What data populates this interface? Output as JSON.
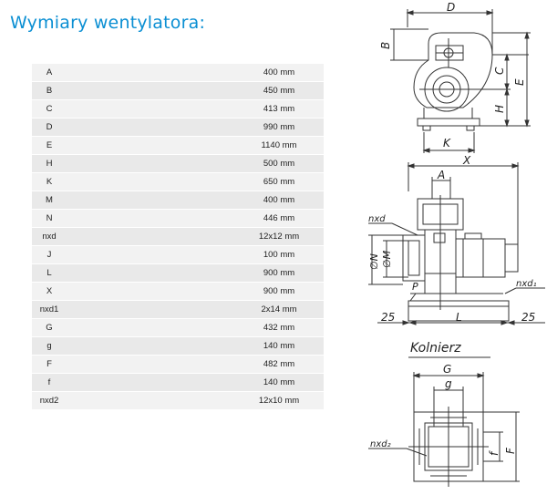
{
  "title": "Wymiary wentylatora:",
  "dimensions": [
    {
      "symbol": "A",
      "value": "400 mm"
    },
    {
      "symbol": "B",
      "value": "450 mm"
    },
    {
      "symbol": "C",
      "value": "413 mm"
    },
    {
      "symbol": "D",
      "value": "990 mm"
    },
    {
      "symbol": "E",
      "value": "1140 mm"
    },
    {
      "symbol": "H",
      "value": "500 mm"
    },
    {
      "symbol": "K",
      "value": "650 mm"
    },
    {
      "symbol": "M",
      "value": "400 mm"
    },
    {
      "symbol": "N",
      "value": "446 mm"
    },
    {
      "symbol": "nxd",
      "value": "12x12 mm"
    },
    {
      "symbol": "J",
      "value": "100 mm"
    },
    {
      "symbol": "L",
      "value": "900 mm"
    },
    {
      "symbol": "X",
      "value": "900 mm"
    },
    {
      "symbol": "nxd1",
      "value": "2x14 mm"
    },
    {
      "symbol": "G",
      "value": "432 mm"
    },
    {
      "symbol": "g",
      "value": "140 mm"
    },
    {
      "symbol": "F",
      "value": "482 mm"
    },
    {
      "symbol": "f",
      "value": "140 mm"
    },
    {
      "symbol": "nxd2",
      "value": "12x10 mm"
    }
  ],
  "drawings": {
    "front": {
      "D": "D",
      "B": "B",
      "C": "C",
      "E": "E",
      "H": "H",
      "K": "K"
    },
    "side": {
      "X": "X",
      "A": "A",
      "nxd": "nxd",
      "N": "∅N",
      "M": "∅M",
      "P": "P",
      "nxd1": "nxd₁",
      "dim_left": "25",
      "L": "L",
      "dim_right": "25"
    },
    "flange": {
      "title": "Kolnierz",
      "G": "G",
      "g": "g",
      "nxd2": "nxd₂",
      "f": "f",
      "F": "F"
    }
  }
}
